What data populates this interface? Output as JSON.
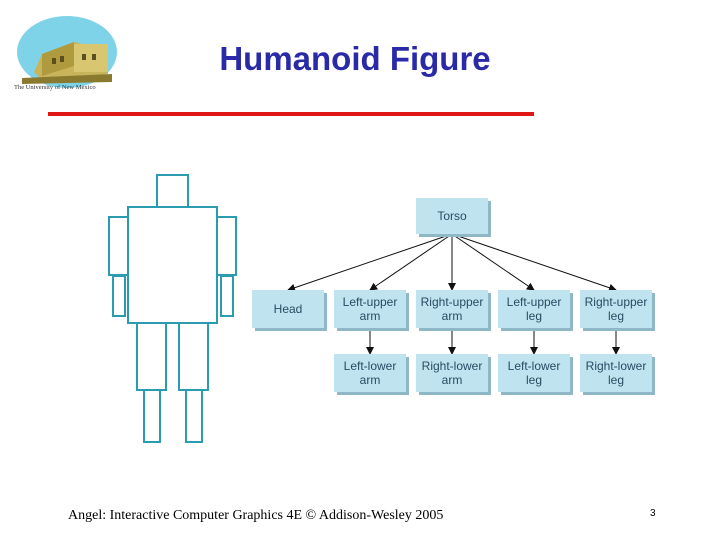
{
  "slide": {
    "title": "Humanoid Figure",
    "footer": "Angel: Interactive Computer Graphics 4E © Addison-Wesley 2005",
    "page_number": "3"
  },
  "logo": {
    "caption": "The University of New Mexico"
  },
  "tree": {
    "root": {
      "label": [
        "Torso"
      ]
    },
    "children": [
      {
        "label": [
          "Head"
        ]
      },
      {
        "label": [
          "Left-upper",
          "arm"
        ],
        "child": {
          "label": [
            "Left-lower",
            "arm"
          ]
        }
      },
      {
        "label": [
          "Right-upper",
          "arm"
        ],
        "child": {
          "label": [
            "Right-lower",
            "arm"
          ]
        }
      },
      {
        "label": [
          "Left-upper",
          "leg"
        ],
        "child": {
          "label": [
            "Left-lower",
            "leg"
          ]
        }
      },
      {
        "label": [
          "Right-upper",
          "leg"
        ],
        "child": {
          "label": [
            "Right-lower",
            "leg"
          ]
        }
      }
    ]
  },
  "colors": {
    "title": "#2a2aa8",
    "rule": "#e01616",
    "figure_outline": "#2b9bb0",
    "node_fill": "#bfe4ef",
    "node_shadow": "#8fb7c6"
  }
}
